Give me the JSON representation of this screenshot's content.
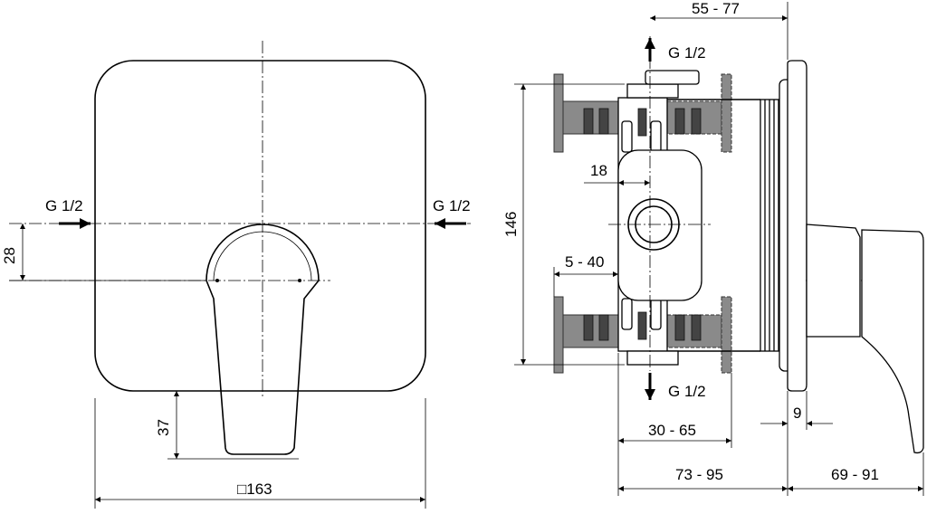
{
  "front_view": {
    "inlet_left": "G 1/2",
    "inlet_right": "G 1/2",
    "dim_offset": "28",
    "dim_handle": "37",
    "dim_plate": "□163"
  },
  "side_view": {
    "outlet_top": "G 1/2",
    "outlet_bottom": "G 1/2",
    "dim_depth_top": "55 - 77",
    "dim_height": "146",
    "dim_18": "18",
    "dim_wall": "5 - 40",
    "dim_plate": "9",
    "dim_30_65": "30 - 65",
    "dim_73_95": "73 - 95",
    "dim_69_91": "69 - 91"
  }
}
